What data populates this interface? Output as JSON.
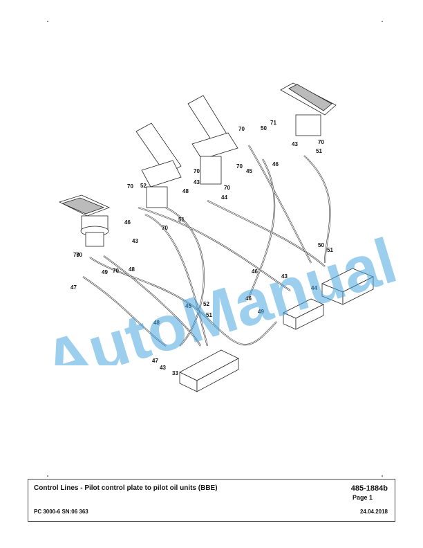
{
  "title_block": {
    "title": "Control Lines - Pilot control plate to pilot oil units (BBE)",
    "doc_number": "485-1884b",
    "page": "Page 1",
    "model": "PC 3000-6 SN:06 363",
    "date": "24.04.2018"
  },
  "watermark": {
    "text": "AutoManual",
    "color": "#4aa8e0"
  },
  "callouts": [
    "70",
    "50",
    "71",
    "43",
    "70",
    "51",
    "70",
    "70",
    "46",
    "70",
    "45",
    "43",
    "70",
    "48",
    "44",
    "70",
    "52",
    "46",
    "70",
    "51",
    "43",
    "70",
    "70",
    "49",
    "48",
    "47",
    "50",
    "51",
    "46",
    "43",
    "44",
    "46",
    "45",
    "52",
    "51",
    "49",
    "48",
    "47",
    "43",
    "33"
  ]
}
